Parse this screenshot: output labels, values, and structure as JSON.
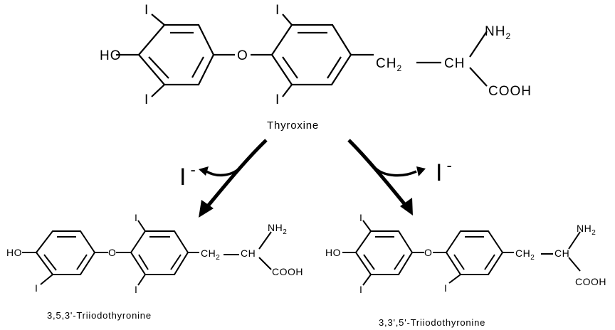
{
  "thyroxine": {
    "name": "Thyroxine",
    "ho": "HO",
    "o": "O",
    "iodine": "I",
    "ch2": "CH",
    "ch2_sub": "2",
    "ch": "CH",
    "nh2": "NH",
    "nh2_sub": "2",
    "cooh": "COOH"
  },
  "t3": {
    "name": "3,5,3'-Triiodothyronine",
    "ho": "HO",
    "o": "O",
    "iodine": "I",
    "ch2": "CH",
    "ch2_sub": "2",
    "ch": "CH",
    "nh2": "NH",
    "nh2_sub": "2",
    "cooh": "COOH"
  },
  "rt3": {
    "name": "3,3',5'-Triiodothyronine",
    "ho": "HO",
    "o": "O",
    "iodine": "I",
    "ch2": "CH",
    "ch2_sub": "2",
    "ch": "CH",
    "nh2": "NH",
    "nh2_sub": "2",
    "cooh": "COOH"
  },
  "iodide": {
    "symbol": "I",
    "charge": "-"
  }
}
